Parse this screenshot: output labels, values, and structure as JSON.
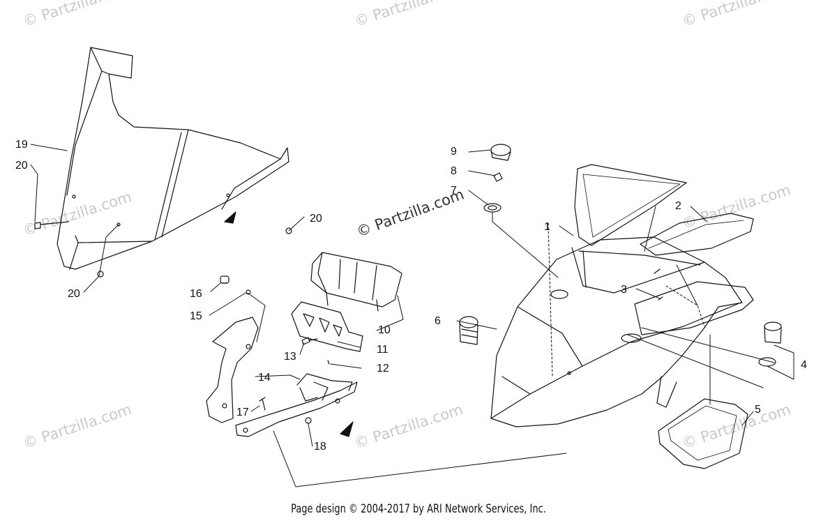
{
  "footer": {
    "text": "Page design © 2004-2017 by ARI Network Services, Inc."
  },
  "watermark": {
    "text": "© Partzilla.com",
    "color": "#c9c9c9",
    "primary_color": "#333333"
  },
  "callouts": [
    {
      "id": "c1",
      "label": "1"
    },
    {
      "id": "c2",
      "label": "2"
    },
    {
      "id": "c3",
      "label": "3"
    },
    {
      "id": "c4",
      "label": "4"
    },
    {
      "id": "c5",
      "label": "5"
    },
    {
      "id": "c6",
      "label": "6"
    },
    {
      "id": "c7",
      "label": "7"
    },
    {
      "id": "c8",
      "label": "8"
    },
    {
      "id": "c9",
      "label": "9"
    },
    {
      "id": "c10",
      "label": "10"
    },
    {
      "id": "c11",
      "label": "11"
    },
    {
      "id": "c12",
      "label": "12"
    },
    {
      "id": "c13",
      "label": "13"
    },
    {
      "id": "c14",
      "label": "14"
    },
    {
      "id": "c15",
      "label": "15"
    },
    {
      "id": "c16",
      "label": "16"
    },
    {
      "id": "c17",
      "label": "17"
    },
    {
      "id": "c18",
      "label": "18"
    },
    {
      "id": "c19",
      "label": "19"
    },
    {
      "id": "c20a",
      "label": "20"
    },
    {
      "id": "c20b",
      "label": "20"
    },
    {
      "id": "c20c",
      "label": "20"
    }
  ]
}
